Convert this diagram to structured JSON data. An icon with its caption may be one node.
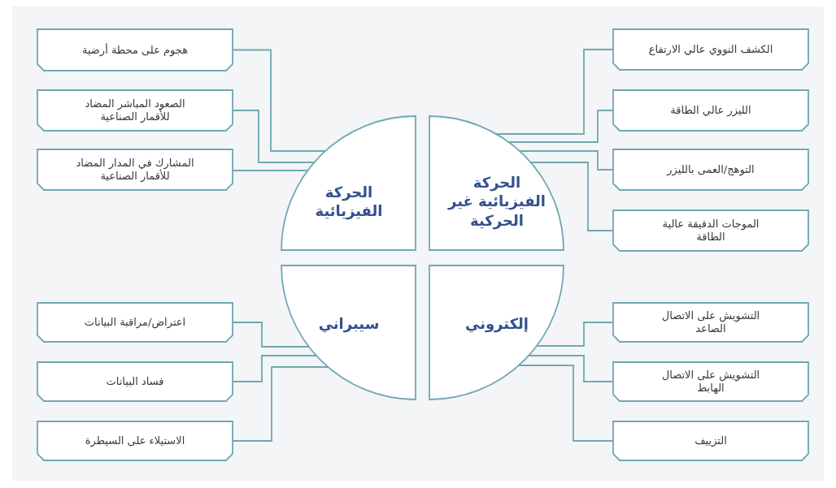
{
  "diagram": {
    "nodes": [
      {
        "text": [
          "الحركة الفيزيائية"
        ]
      },
      {
        "text": [
          "الحركة الفيزيائية غير الحركية"
        ]
      },
      {
        "text": [
          "سيبراني"
        ]
      },
      {
        "text": [
          "إلكتروني"
        ]
      },
      {
        "text": [
          "هجوم على محطة أرضية"
        ]
      },
      {
        "text": [
          "الصعود المباشر المضاد للأقمار الصناعية"
        ]
      },
      {
        "text": [
          "المشارك في المدار المضاد للأقمار الصناعية"
        ]
      },
      {
        "text": [
          "الكشف النووي عالي الارتفاع"
        ]
      },
      {
        "text": [
          "الليزر عالي الطاقة"
        ]
      },
      {
        "text": [
          "التوهج/العمى بالليزر"
        ]
      },
      {
        "text": [
          "الموجات الدقيقة عالية الطاقة"
        ]
      },
      {
        "text": [
          "اعتراض/مراقبة البيانات"
        ]
      },
      {
        "text": [
          "فساد البيانات"
        ]
      },
      {
        "text": [
          "الاستيلاء على السيطرة"
        ]
      },
      {
        "text": [
          "التشويش على الاتصال الصاعد"
        ]
      },
      {
        "text": [
          "التشويش على الاتصال الهابط"
        ]
      },
      {
        "text": [
          "التزييف"
        ]
      }
    ],
    "edges": [
      {
        "from": 0,
        "to": 4,
        "arrow": "none"
      },
      {
        "from": 0,
        "to": 5,
        "arrow": "none"
      },
      {
        "from": 0,
        "to": 6,
        "arrow": "none"
      },
      {
        "from": 1,
        "to": 7,
        "arrow": "none"
      },
      {
        "from": 1,
        "to": 8,
        "arrow": "none"
      },
      {
        "from": 1,
        "to": 9,
        "arrow": "none"
      },
      {
        "from": 1,
        "to": 10,
        "arrow": "none"
      },
      {
        "from": 2,
        "to": 11,
        "arrow": "none"
      },
      {
        "from": 2,
        "to": 12,
        "arrow": "none"
      },
      {
        "from": 2,
        "to": 13,
        "arrow": "none"
      },
      {
        "from": 3,
        "to": 14,
        "arrow": "none"
      },
      {
        "from": 3,
        "to": 15,
        "arrow": "none"
      },
      {
        "from": 3,
        "to": 16,
        "arrow": "none"
      }
    ]
  }
}
